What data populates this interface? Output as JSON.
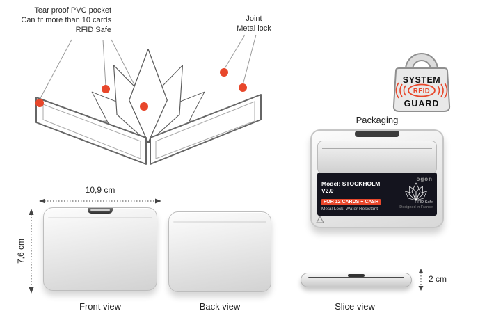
{
  "colors": {
    "accent": "#e8472b",
    "ink": "#2a2a2a",
    "line_gray": "#9a9a9a",
    "label_bg": "#14141e"
  },
  "annotations": {
    "pocket_line1": "Tear proof PVC pocket",
    "pocket_line2": "Can fit more than 10 cards",
    "pocket_line3": "RFID Safe",
    "joint_line1": "Joint",
    "joint_line2": "Metal lock"
  },
  "badge": {
    "system": "SYSTEM",
    "rfid": "RFID",
    "guard": "GUARD"
  },
  "packaging": {
    "title": "Packaging",
    "brand": "ögon",
    "model": "Model: STOCKHOLM V2.0",
    "banner": "FOR 12 CARDS + CASH",
    "features": "Metal Lock, Water Resistant",
    "rfid_safe": "RFID Safe",
    "designed": "Designed in France"
  },
  "dimensions": {
    "width": "10,9 cm",
    "height": "7,6 cm",
    "thickness": "2 cm"
  },
  "views": {
    "front": "Front view",
    "back": "Back view",
    "slice": "Slice view"
  }
}
